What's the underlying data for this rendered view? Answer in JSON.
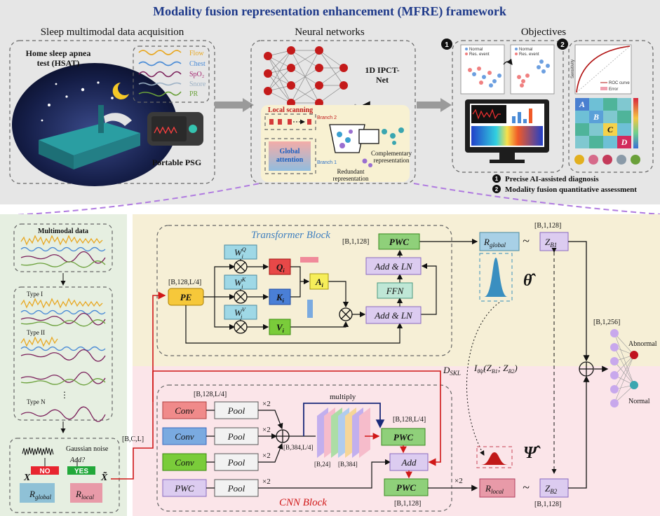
{
  "title": "Modality fusion representation enhancement (MFRE) framework",
  "top": {
    "acquisition": {
      "heading": "Sleep multimodal data acquisition",
      "hsat_line1": "Home sleep apnea",
      "hsat_line2": "test (HSAT)",
      "signals": [
        "Flow",
        "Chest",
        "SpO₂",
        "Snore",
        "PR"
      ],
      "psg_label": "Portable PSG"
    },
    "networks": {
      "heading": "Neural networks",
      "model_line1": "1D IPCT-",
      "model_line2": "Net",
      "local_scanning": "Local scanning",
      "branch2": "Branch 2",
      "branch1": "Branch 1",
      "global_line1": "Global",
      "global_line2": "attention",
      "complementary_line1": "Complementary",
      "complementary_line2": "representation",
      "redundant_line1": "Redundant",
      "redundant_line2": "representation"
    },
    "objectives": {
      "heading": "Objectives",
      "badge1": "1",
      "badge2": "2",
      "legend_normal": "Normal",
      "legend_res": "Res. event",
      "roc_label": "ROC curve",
      "error_label": "Error",
      "sensitivity": "Sensitivity",
      "matrix_letters": [
        "A",
        "B",
        "C",
        "D"
      ],
      "item1": "Precise AI-assisted diagnosis",
      "item2": "Modality fusion quantitative assessment"
    }
  },
  "bottom": {
    "left": {
      "multimodal": "Multimodal data",
      "type1": "Type I",
      "type2": "Type II",
      "ellipsis": "⋮",
      "typeN": "Type N",
      "gaussian": "Gaussian noise",
      "add_q": "Add?",
      "no": "NO",
      "yes": "YES",
      "x": "X",
      "x_tilde": "X̃",
      "r_global": "R",
      "r_global_sub": "global",
      "r_local": "R",
      "r_local_sub": "local"
    },
    "transformer": {
      "title": "Transformer Block",
      "dim_in": "[B,128,L/4]",
      "dim_out": "[B,1,128]",
      "pe": "PE",
      "wq": "W",
      "wq_sup": "Q",
      "wk": "W",
      "wk_sup": "K",
      "wv": "W",
      "wv_sup": "V",
      "sub_i": "i",
      "q": "Q",
      "k": "K",
      "v": "V",
      "a": "A",
      "ffn": "FFN",
      "addln_top": "Add & LN",
      "addln_bot": "Add & LN",
      "pwc": "PWC"
    },
    "cnn": {
      "title": "CNN Block",
      "dim_in": "[B,128,L/4]",
      "dim_cat": "[B,384,L/4]",
      "dim_24": "[B,24]",
      "dim_384": "[B,384]",
      "dim_mid": "[B,128,L/4]",
      "dim_out": "[B,1,128]",
      "multiply": "multiply",
      "times2": "×2",
      "conv": "Conv",
      "pool": "Pool",
      "pwc": "PWC",
      "add": "Add"
    },
    "right": {
      "input_dim": "[B,C,L]",
      "r_global": "R",
      "r_global_sub": "global",
      "r_local": "R",
      "r_local_sub": "local",
      "zb1": "Z",
      "zb1_sub": "B1",
      "zb2": "Z",
      "zb2_sub": "B2",
      "zb1_dim": "[B,1,128]",
      "zb2_dim": "[B,1,128]",
      "tilde": "~",
      "theta": "θ̂",
      "psi": "Ψ̂",
      "dskl": "D",
      "dskl_sub": "SKL",
      "mi": "I",
      "mi_sub": "θ̂ψ̂",
      "mi_args": "(Z",
      "mi_args2": "; Z",
      "mi_close": ")",
      "concat_dim": "[B,1,256]",
      "abnormal": "Abnormal",
      "normal": "Normal",
      "times2": "×2"
    }
  },
  "colors": {
    "title_blue": "#1f3a8a",
    "top_bg": "#e6e6e6",
    "left_bg": "#e6efe1",
    "transformer_bg": "#f6efd6",
    "cnn_bg": "#fbe5e9",
    "purple": "#b07be0",
    "abnormal": "#c0121e",
    "normal": "#3aa6b0"
  }
}
